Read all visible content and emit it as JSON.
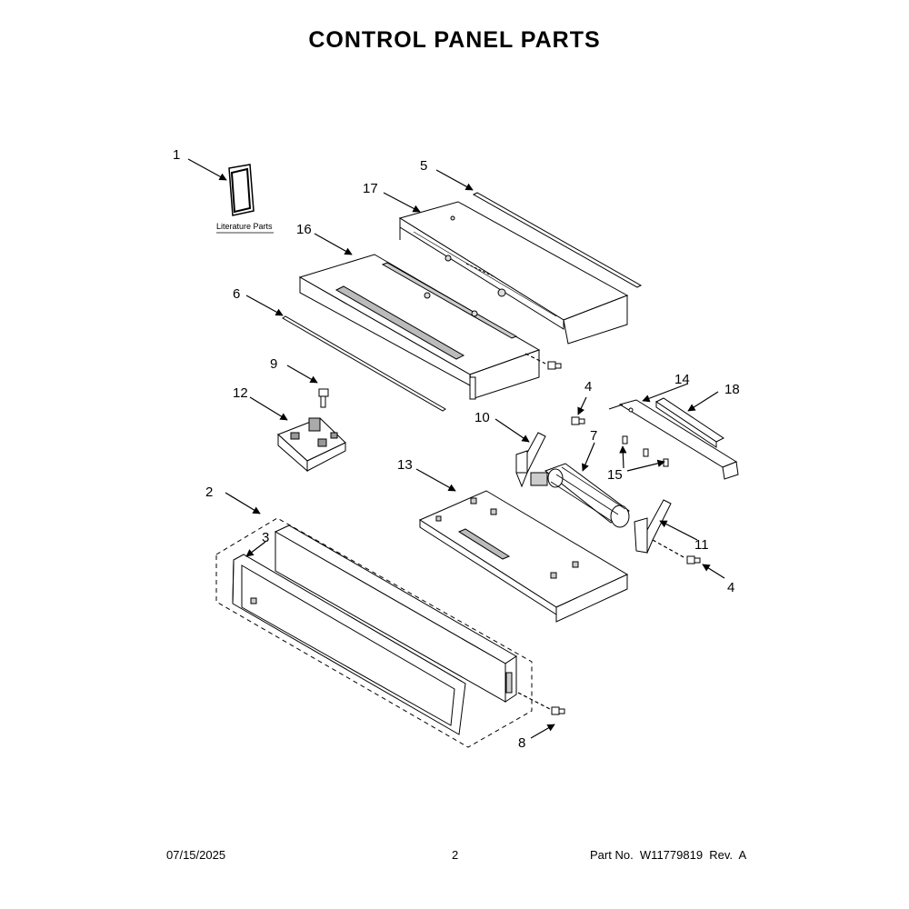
{
  "page": {
    "title": "CONTROL PANEL PARTS"
  },
  "diagram": {
    "literature_label": "Literature Parts",
    "callouts": {
      "c1": "1",
      "c2": "2",
      "c3": "3",
      "c4a": "4",
      "c4b": "4",
      "c5": "5",
      "c6": "6",
      "c7": "7",
      "c8": "8",
      "c9": "9",
      "c10": "10",
      "c11": "11",
      "c12": "12",
      "c13": "13",
      "c14": "14",
      "c15": "15",
      "c16": "16",
      "c17": "17",
      "c18": "18"
    }
  },
  "footer": {
    "date": "07/15/2025",
    "page_number": "2",
    "part_number": "Part No.  W11779819  Rev.  A"
  }
}
